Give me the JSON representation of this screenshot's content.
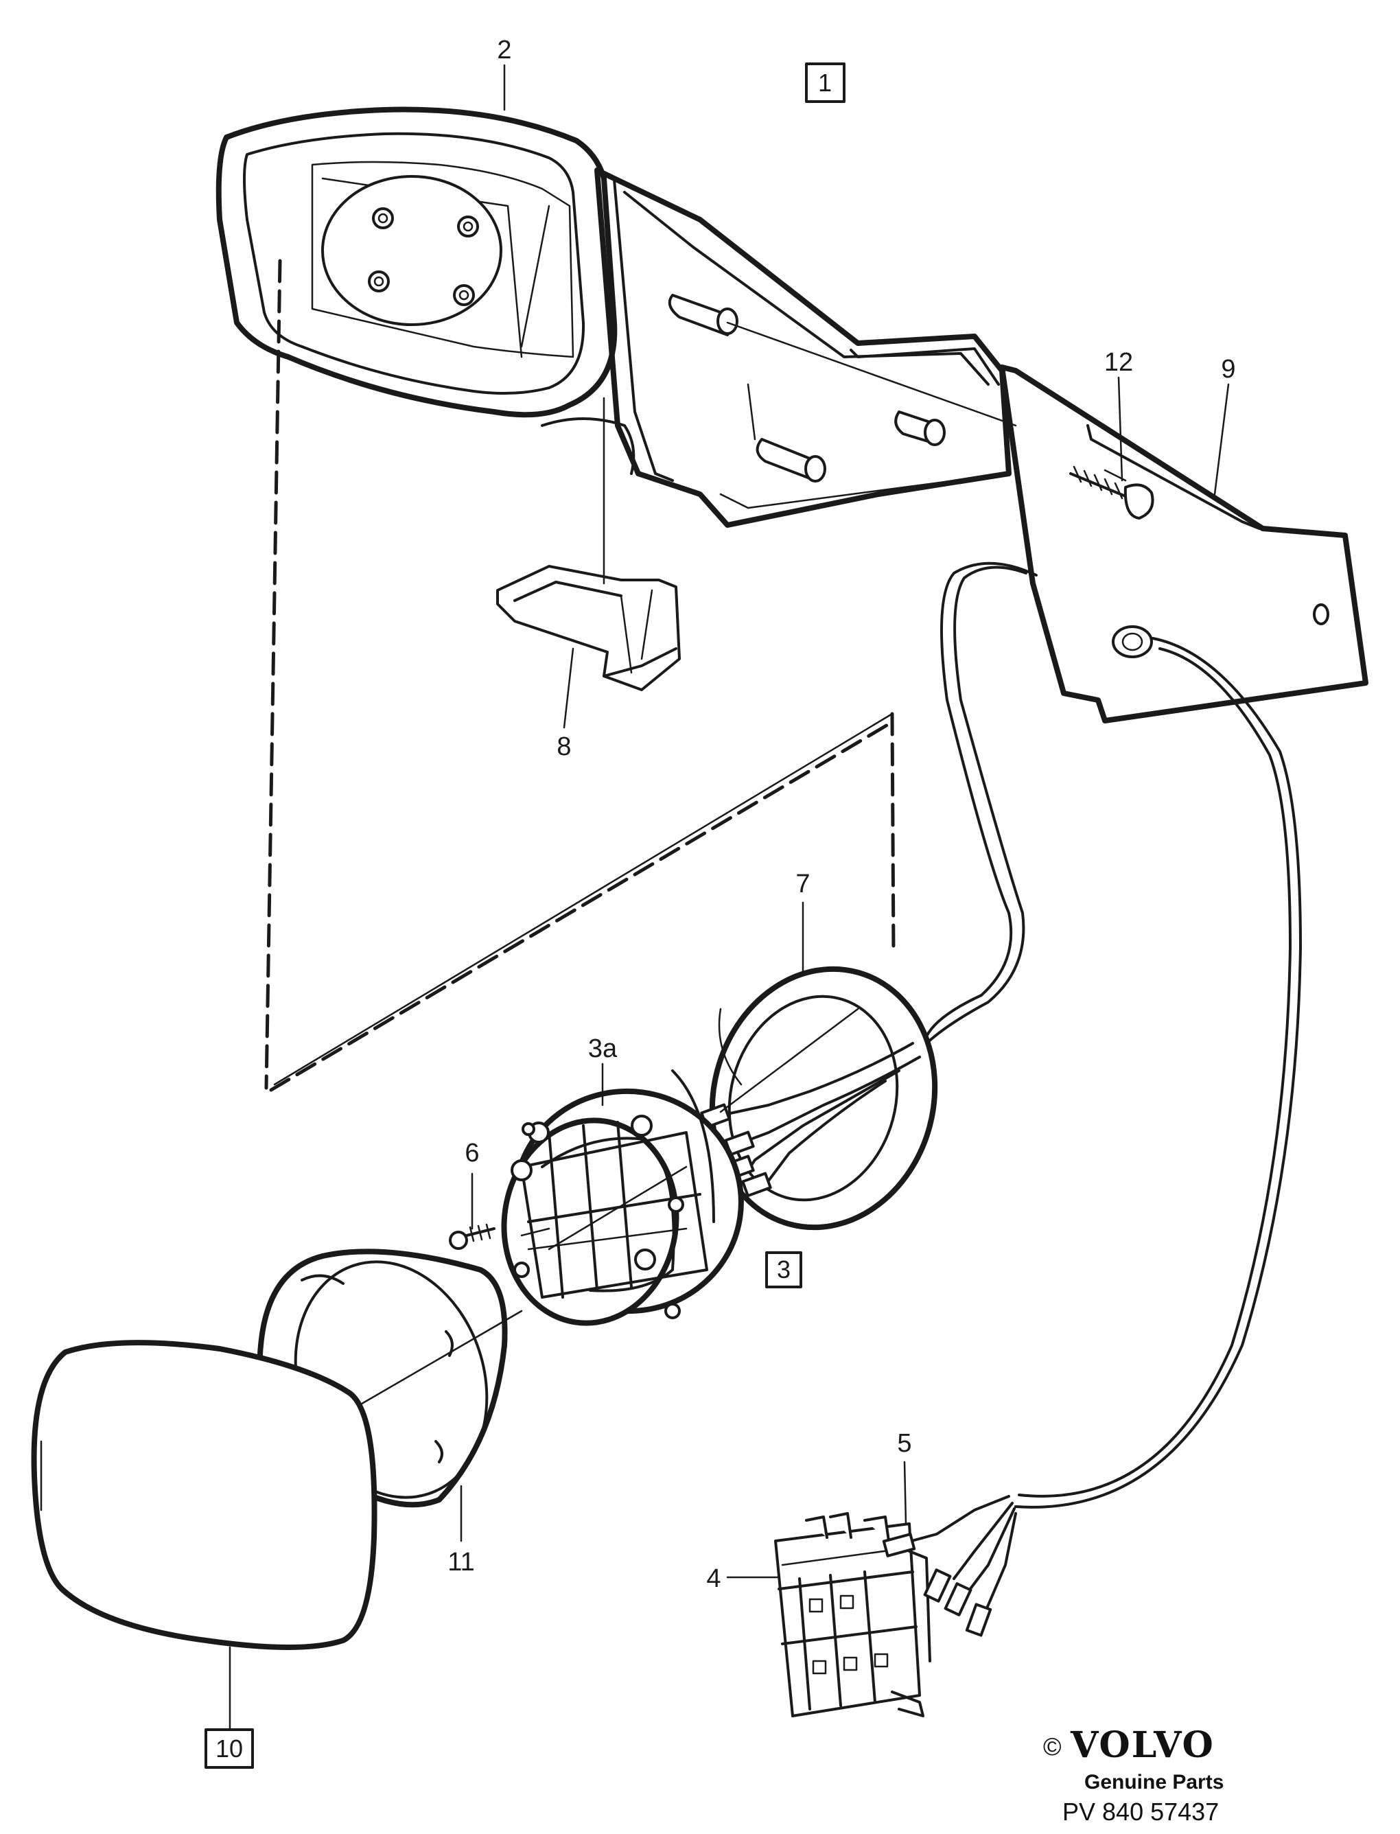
{
  "diagram": {
    "callouts": {
      "c2": "2",
      "c3a": "3a",
      "c4": "4",
      "c5": "5",
      "c6": "6",
      "c7": "7",
      "c8": "8",
      "c9": "9",
      "c11": "11",
      "c12": "12"
    },
    "boxed_labels": {
      "b1": "1",
      "b3": "3",
      "b10": "10"
    },
    "footer": {
      "copyright": "©",
      "brand": "VOLVO",
      "subtitle": "Genuine Parts",
      "code": "PV 840 57437"
    }
  }
}
